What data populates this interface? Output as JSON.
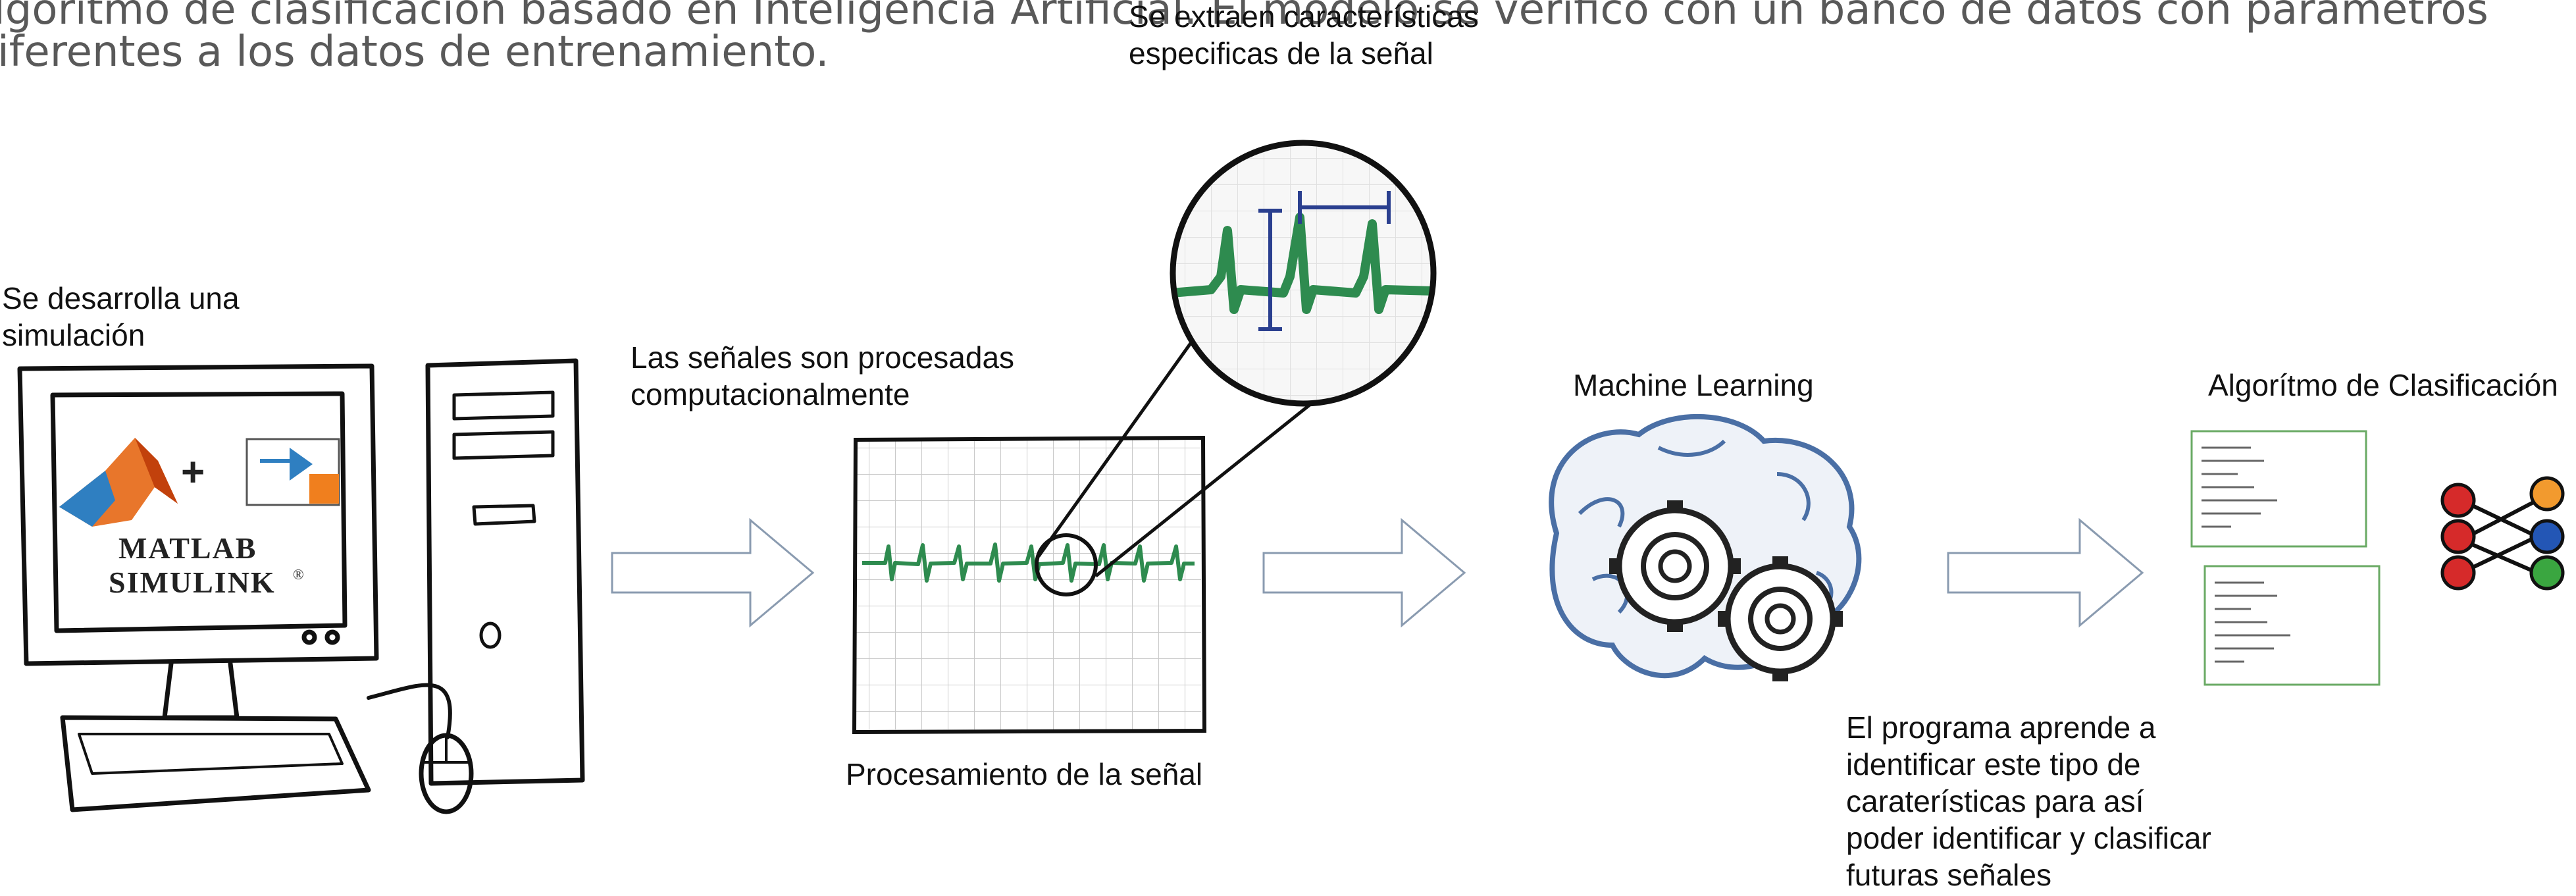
{
  "header": {
    "line1": "lgoritmo de clasificación basado en Inteligencia Artificial. El modelo se verifico con un banco de datos con parámetros",
    "line2": "iferentes a los datos de entrenamiento."
  },
  "steps": {
    "simulation": {
      "caption": "Se desarrolla una simulación",
      "logo_top": "MATLAB",
      "logo_bottom": "SIMULINK",
      "registered": "®",
      "plus": "+"
    },
    "processing": {
      "caption_top": "Las señales son procesadas computacionalmente",
      "caption_bottom": "Procesamiento de la señal"
    },
    "features": {
      "caption": "Se extraen características especificas de la señal"
    },
    "ml": {
      "caption_top": "Machine Learning",
      "caption_bottom": "El programa aprende a identificar este tipo de caraterísticas para así poder identificar y clasificar futuras señales"
    },
    "classification": {
      "caption": "Algorítmo de Clasificación"
    }
  },
  "colors": {
    "signal": "#2e8b4f",
    "brain": "#4a6fa5",
    "node_red": "#d62a2a",
    "node_orange": "#f29a2e",
    "node_blue": "#2356b5",
    "node_green": "#3aa640",
    "code_border": "#6aaa64"
  }
}
